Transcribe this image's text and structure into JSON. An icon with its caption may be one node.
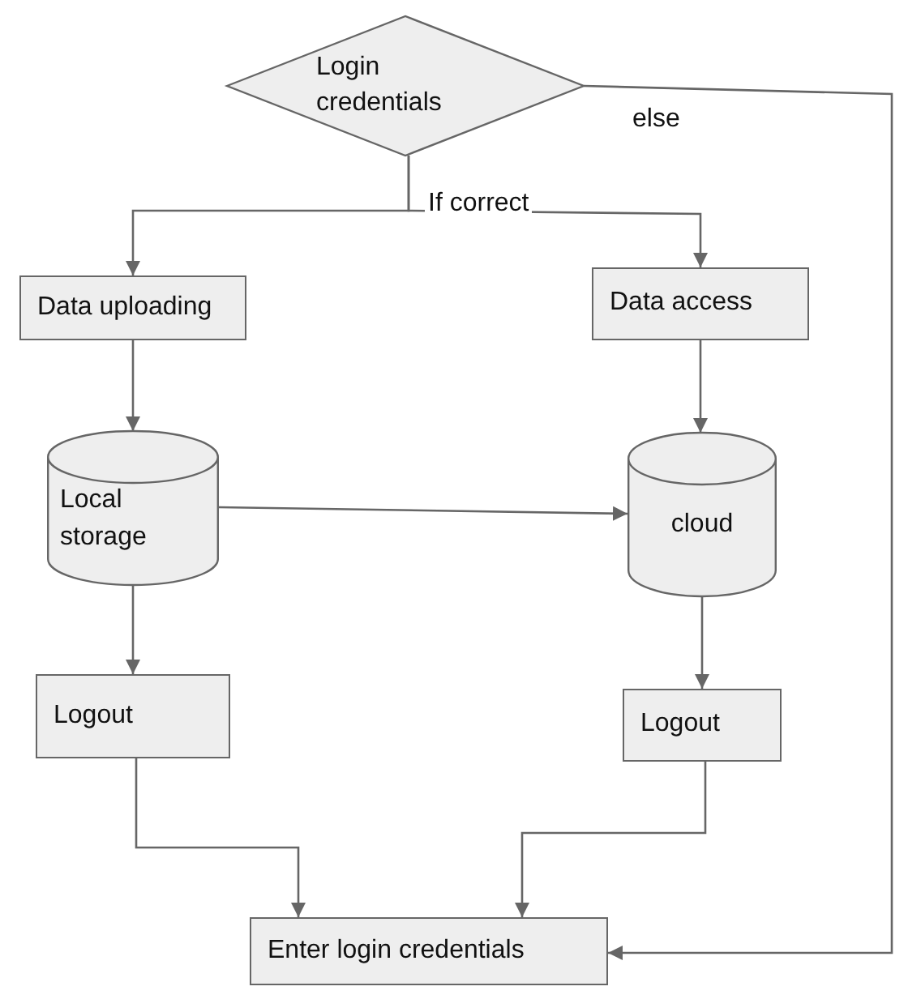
{
  "diagram": {
    "nodes": [
      {
        "text": [
          "Login credentials"
        ]
      },
      {
        "text": [
          "Data uploading"
        ]
      },
      {
        "text": [
          "Data access"
        ]
      },
      {
        "text": [
          "Local storage"
        ]
      },
      {
        "text": [
          "cloud"
        ]
      },
      {
        "text": [
          "Logout"
        ]
      },
      {
        "text": [
          "Logout"
        ]
      },
      {
        "text": [
          "Enter login credentials"
        ]
      }
    ],
    "edges": [
      {
        "from": 0,
        "to": 1,
        "arrow": "to",
        "label": "If correct"
      },
      {
        "from": 0,
        "to": 2,
        "arrow": "to"
      },
      {
        "from": 1,
        "to": 3,
        "arrow": "to"
      },
      {
        "from": 2,
        "to": 4,
        "arrow": "to"
      },
      {
        "from": 3,
        "to": 4,
        "arrow": "to"
      },
      {
        "from": 3,
        "to": 5,
        "arrow": "to"
      },
      {
        "from": 4,
        "to": 6,
        "arrow": "to"
      },
      {
        "from": 5,
        "to": 7,
        "arrow": "to"
      },
      {
        "from": 6,
        "to": 7,
        "arrow": "to"
      },
      {
        "from": 0,
        "to": 7,
        "arrow": "to",
        "label": "else"
      }
    ]
  }
}
